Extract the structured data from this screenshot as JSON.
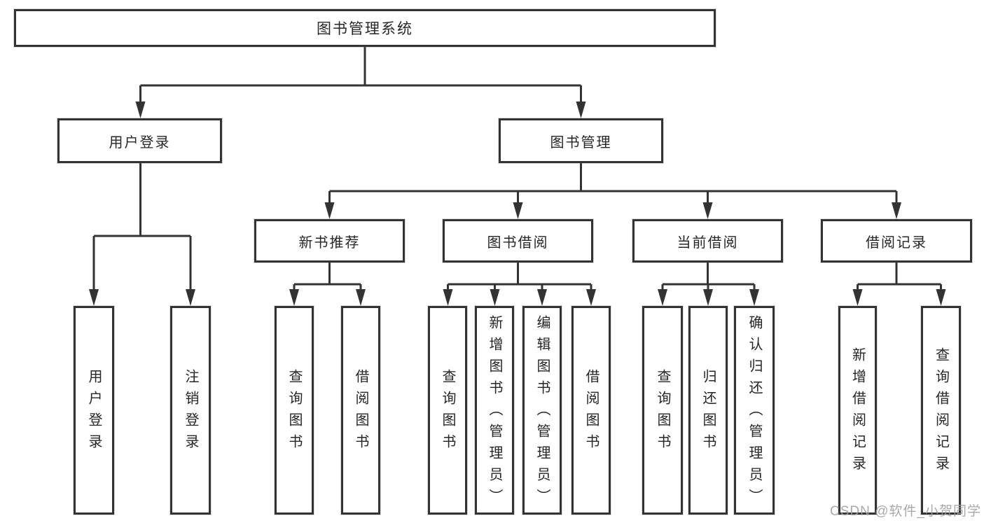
{
  "diagram": {
    "root": {
      "label": "图书管理系统"
    },
    "level2": [
      {
        "label": "用户登录"
      },
      {
        "label": "图书管理"
      }
    ],
    "level3": [
      {
        "label": "新书推荐"
      },
      {
        "label": "图书借阅"
      },
      {
        "label": "当前借阅"
      },
      {
        "label": "借阅记录"
      }
    ],
    "leaves": [
      {
        "label": "用户登录"
      },
      {
        "label": "注销登录"
      },
      {
        "label": "查询图书"
      },
      {
        "label": "借阅图书"
      },
      {
        "label": "查询图书"
      },
      {
        "label": "新增图书（管理员）"
      },
      {
        "label": "编辑图书（管理员）"
      },
      {
        "label": "借阅图书"
      },
      {
        "label": "查询图书"
      },
      {
        "label": "归还图书"
      },
      {
        "label": "确认归还（管理员）"
      },
      {
        "label": "新增借阅记录"
      },
      {
        "label": "查询借阅记录"
      }
    ],
    "watermark": "CSDN @软件_小贺同学",
    "colors": {
      "line": "#333333",
      "text": "#262626",
      "watermark": "#a0a0a0",
      "background": "#ffffff"
    }
  }
}
